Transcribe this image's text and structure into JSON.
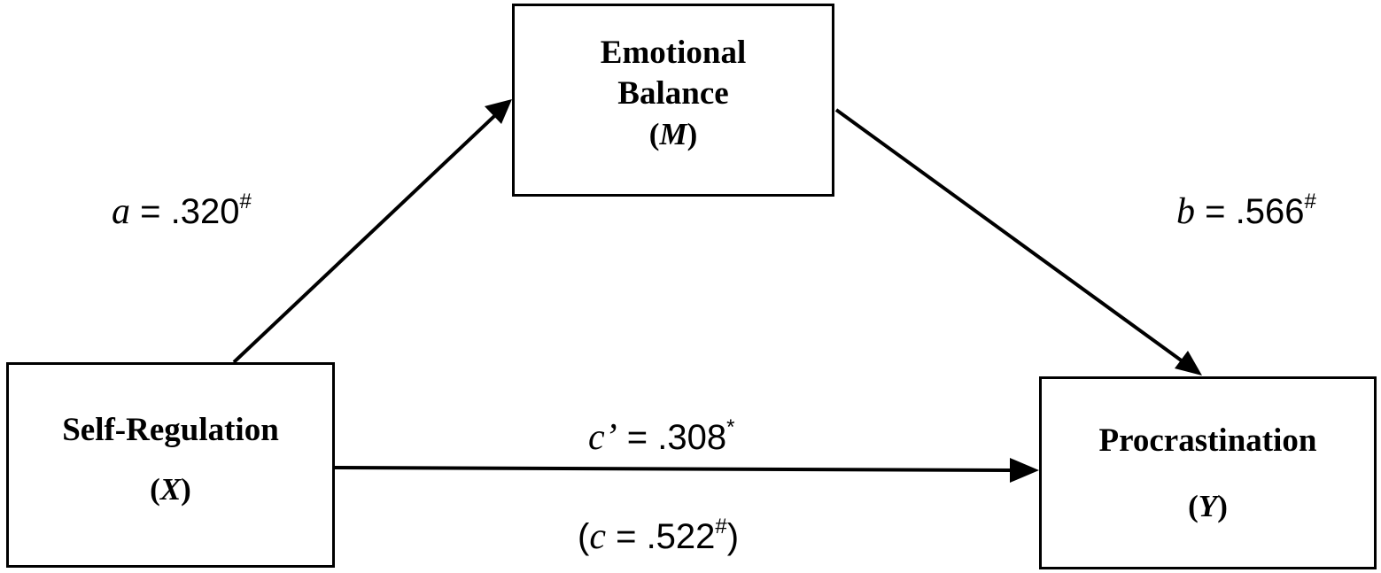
{
  "nodes": {
    "mediator": {
      "line1": "Emotional",
      "line2": "Balance",
      "symbol": "M"
    },
    "predictor": {
      "line1": "Self-Regulation",
      "symbol": "X"
    },
    "outcome": {
      "line1": "Procrastination",
      "symbol": "Y"
    }
  },
  "paths": {
    "a": {
      "symbol": "a",
      "eq": " = .320",
      "mark": "#"
    },
    "b": {
      "symbol": "b",
      "eq": " = .566",
      "mark": "#"
    },
    "c_prime": {
      "symbol": "c’",
      "eq": " = .308",
      "mark": "*"
    },
    "c_total": {
      "open": "(",
      "symbol": "c",
      "eq": " = .522",
      "mark": "#",
      "close": ")"
    }
  }
}
